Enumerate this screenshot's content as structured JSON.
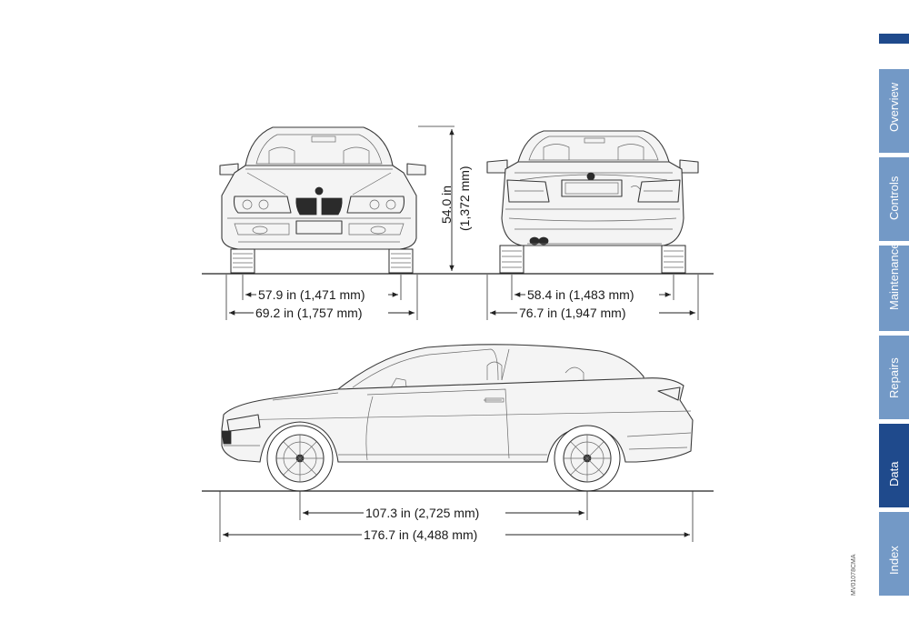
{
  "sidebar": {
    "tabs": [
      {
        "label": "Overview",
        "active": false
      },
      {
        "label": "Controls",
        "active": false
      },
      {
        "label": "Maintenance",
        "active": false
      },
      {
        "label": "Repairs",
        "active": false
      },
      {
        "label": "Data",
        "active": true
      },
      {
        "label": "Index",
        "active": false
      }
    ],
    "tab_color": "#7399c6",
    "active_tab_color": "#1f4a8c"
  },
  "figure": {
    "image_code": "MV01078CMA",
    "dimensions": {
      "height": "54.0 in",
      "height_metric": "(1,372 mm)",
      "front_track": "57.9 in (1,471 mm)",
      "front_width": "69.2 in (1,757 mm)",
      "rear_track": "58.4 in (1,483 mm)",
      "rear_width": "76.7 in (1,947 mm)",
      "wheelbase": "107.3 in (2,725 mm)",
      "length": "176.7 in (4,488 mm)"
    }
  }
}
